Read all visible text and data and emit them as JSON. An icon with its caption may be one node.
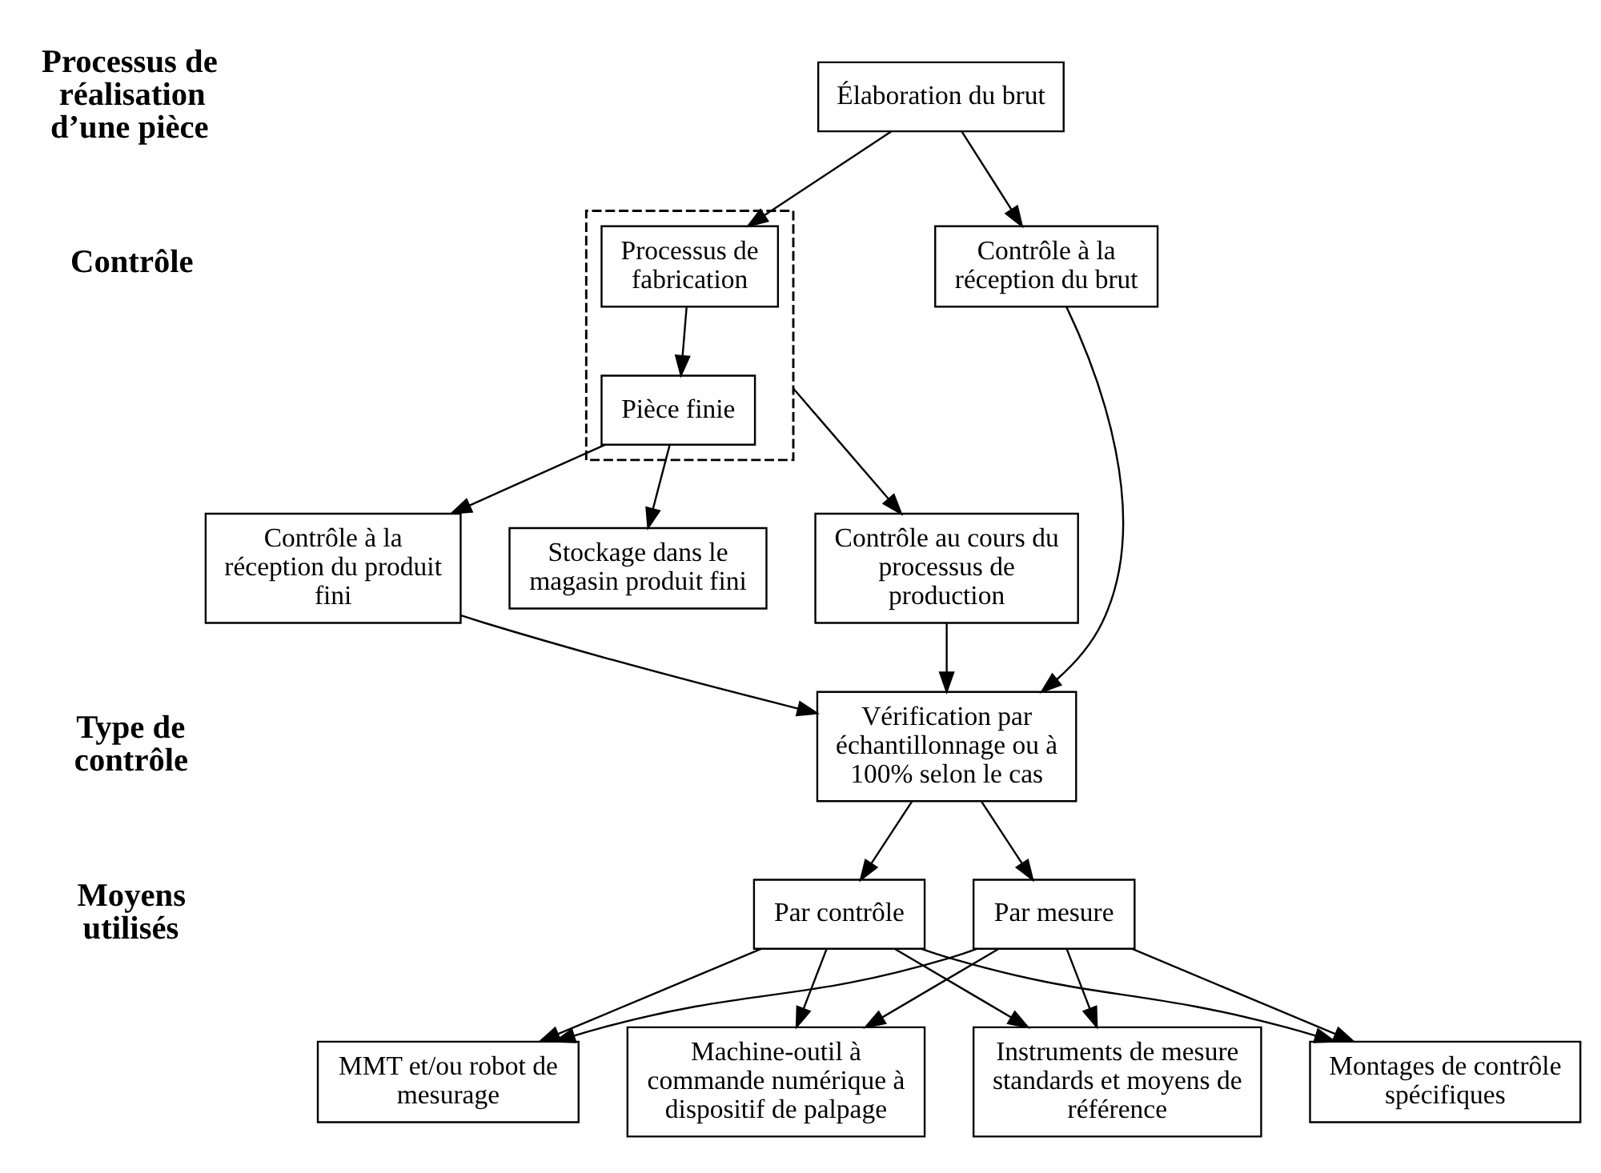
{
  "diagram": {
    "nodes": [
      {
        "text": [
          "Élaboration du brut"
        ]
      },
      {
        "text": [],
        "shape": "box"
      },
      {
        "text": [
          "Processus de fabrication"
        ],
        "in": 1
      },
      {
        "text": [
          "Pièce finie"
        ],
        "in": 1
      },
      {
        "text": [
          "Stockage dans le magasin produit fini"
        ]
      },
      {
        "text": [
          "Contrôle à la réception du brut"
        ]
      },
      {
        "text": [
          "Contrôle à la réception du produit fini"
        ]
      },
      {
        "text": [
          "Contrôle au cours du processus de production"
        ]
      },
      {
        "text": [
          "Vérification par échantillonnage ou à 100% selon le cas"
        ]
      },
      {
        "text": [
          "Par contrôle"
        ]
      },
      {
        "text": [
          "Par mesure"
        ]
      },
      {
        "text": [
          "Instruments de mesure standards et moyens de référence"
        ]
      },
      {
        "text": [
          "Montages de contrôle spécifiques"
        ]
      },
      {
        "text": [
          "MMT et/ou robot de mesurage"
        ]
      },
      {
        "text": [
          "Machine-outil à commande numérique à dispositif de palpage"
        ]
      }
    ],
    "edges": [
      {
        "from": 0,
        "to": 2,
        "arrow": "to"
      },
      {
        "from": 0,
        "to": 5,
        "arrow": "to"
      },
      {
        "from": 2,
        "to": 3,
        "arrow": "to"
      },
      {
        "from": 3,
        "to": 4,
        "arrow": "to"
      },
      {
        "from": 3,
        "to": 6,
        "arrow": "to"
      },
      {
        "from": 1,
        "to": 7,
        "arrow": "to"
      },
      {
        "from": 5,
        "to": 8,
        "arrow": "to"
      },
      {
        "from": 7,
        "to": 8,
        "arrow": "to"
      },
      {
        "from": 6,
        "to": 8,
        "arrow": "to"
      },
      {
        "from": 8,
        "to": 9,
        "arrow": "to"
      },
      {
        "from": 8,
        "to": 10,
        "arrow": "to"
      },
      {
        "from": 9,
        "to": 11,
        "arrow": "to"
      },
      {
        "from": 9,
        "to": 12,
        "arrow": "to"
      },
      {
        "from": 9,
        "to": 13,
        "arrow": "to"
      },
      {
        "from": 9,
        "to": 14,
        "arrow": "to"
      },
      {
        "from": 10,
        "to": 11,
        "arrow": "to"
      },
      {
        "from": 10,
        "to": 12,
        "arrow": "to"
      },
      {
        "from": 10,
        "to": 13,
        "arrow": "to"
      },
      {
        "from": 10,
        "to": 14,
        "arrow": "to"
      }
    ],
    "labels": [
      "Processus de réalisation d’une pièce",
      "Contrôle",
      "Type de contrôle",
      "Moyens utilisés"
    ]
  }
}
